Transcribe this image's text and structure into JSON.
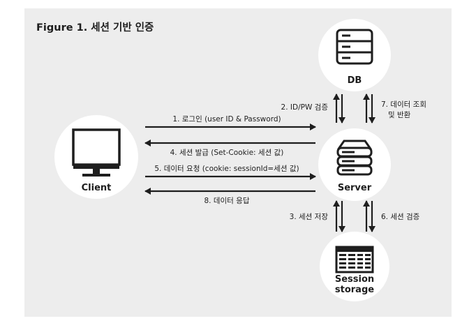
{
  "figure": {
    "title": "Figure 1. 세션 기반 인증",
    "background": "#ededed",
    "node_fill": "#ffffff",
    "ink": "#1e1e1e"
  },
  "nodes": {
    "client": {
      "label": "Client",
      "icon": "monitor-icon"
    },
    "db": {
      "label": "DB",
      "icon": "database-icon"
    },
    "server": {
      "label": "Server",
      "icon": "server-icon"
    },
    "session": {
      "label_line1": "Session",
      "label_line2": "storage",
      "icon": "storage-rack-icon"
    }
  },
  "steps": {
    "s1": "1. 로그인 (user ID & Password)",
    "s2": "2. ID/PW 검증",
    "s3": "3. 세션 저장",
    "s4": "4. 세션 발급 (Set-Cookie: 세션 값)",
    "s5": "5. 데이터 요청 (cookie: sessionId=세션 값)",
    "s6": "6. 세션 검증",
    "s7_line1": "7. 데이터 조회",
    "s7_line2": "및 반환",
    "s8": "8. 데이터 응답"
  }
}
